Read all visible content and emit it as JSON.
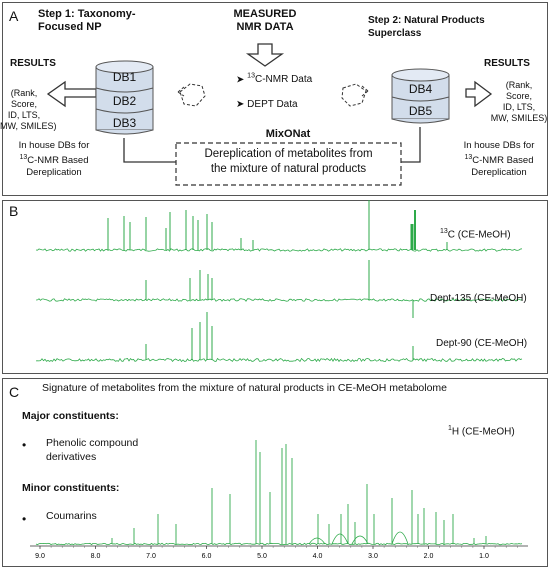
{
  "panel_a": {
    "label": "A",
    "step1": "Step 1: Taxonomy-\nFocused NP",
    "measured": "MEASURED\nNMR DATA",
    "step2": "Step 2: Natural Products\nSuperclass",
    "results_left_title": "RESULTS",
    "results_left_list": "(Rank,\nScore,\nID, LTS,\nMW, SMILES)",
    "results_right_title": "RESULTS",
    "results_right_list": "(Rank,\nScore,\nID, LTS,\nMW, SMILES)",
    "db_left": [
      "DB1",
      "DB2",
      "DB3"
    ],
    "db_right": [
      "DB4",
      "DB5"
    ],
    "data_items": [
      "13C-NMR Data",
      "DEPT  Data"
    ],
    "mixonat_title": "MixONat",
    "mixonat_desc": "Dereplication of metabolites from\nthe mixture of natural products",
    "inhouse_left": "In house DBs for\n13C-NMR Based\nDereplication",
    "inhouse_right": "In house DBs for\n13C-NMR Based\nDereplication"
  },
  "panel_b": {
    "label": "B",
    "spectra": [
      "13C (CE-MeOH)",
      "Dept-135 (CE-MeOH)",
      "Dept-90 (CE-MeOH)"
    ]
  },
  "panel_c": {
    "label": "C",
    "title": "Signature of metabolites from the mixture of natural products in CE-MeOH metabolome",
    "major_title": "Major constituents:",
    "major_item": "Phenolic compound\nderivatives",
    "minor_title": "Minor constituents:",
    "minor_item": "Coumarins",
    "spectrum_label": "1H (CE-MeOH)",
    "axis_ticks": [
      "9.0",
      "8.0",
      "7.0",
      "6.0",
      "5.0",
      "4.0",
      "3.0",
      "2.0",
      "1.0"
    ]
  },
  "colors": {
    "spectrum": "#2eaa4a",
    "border": "#555555"
  }
}
